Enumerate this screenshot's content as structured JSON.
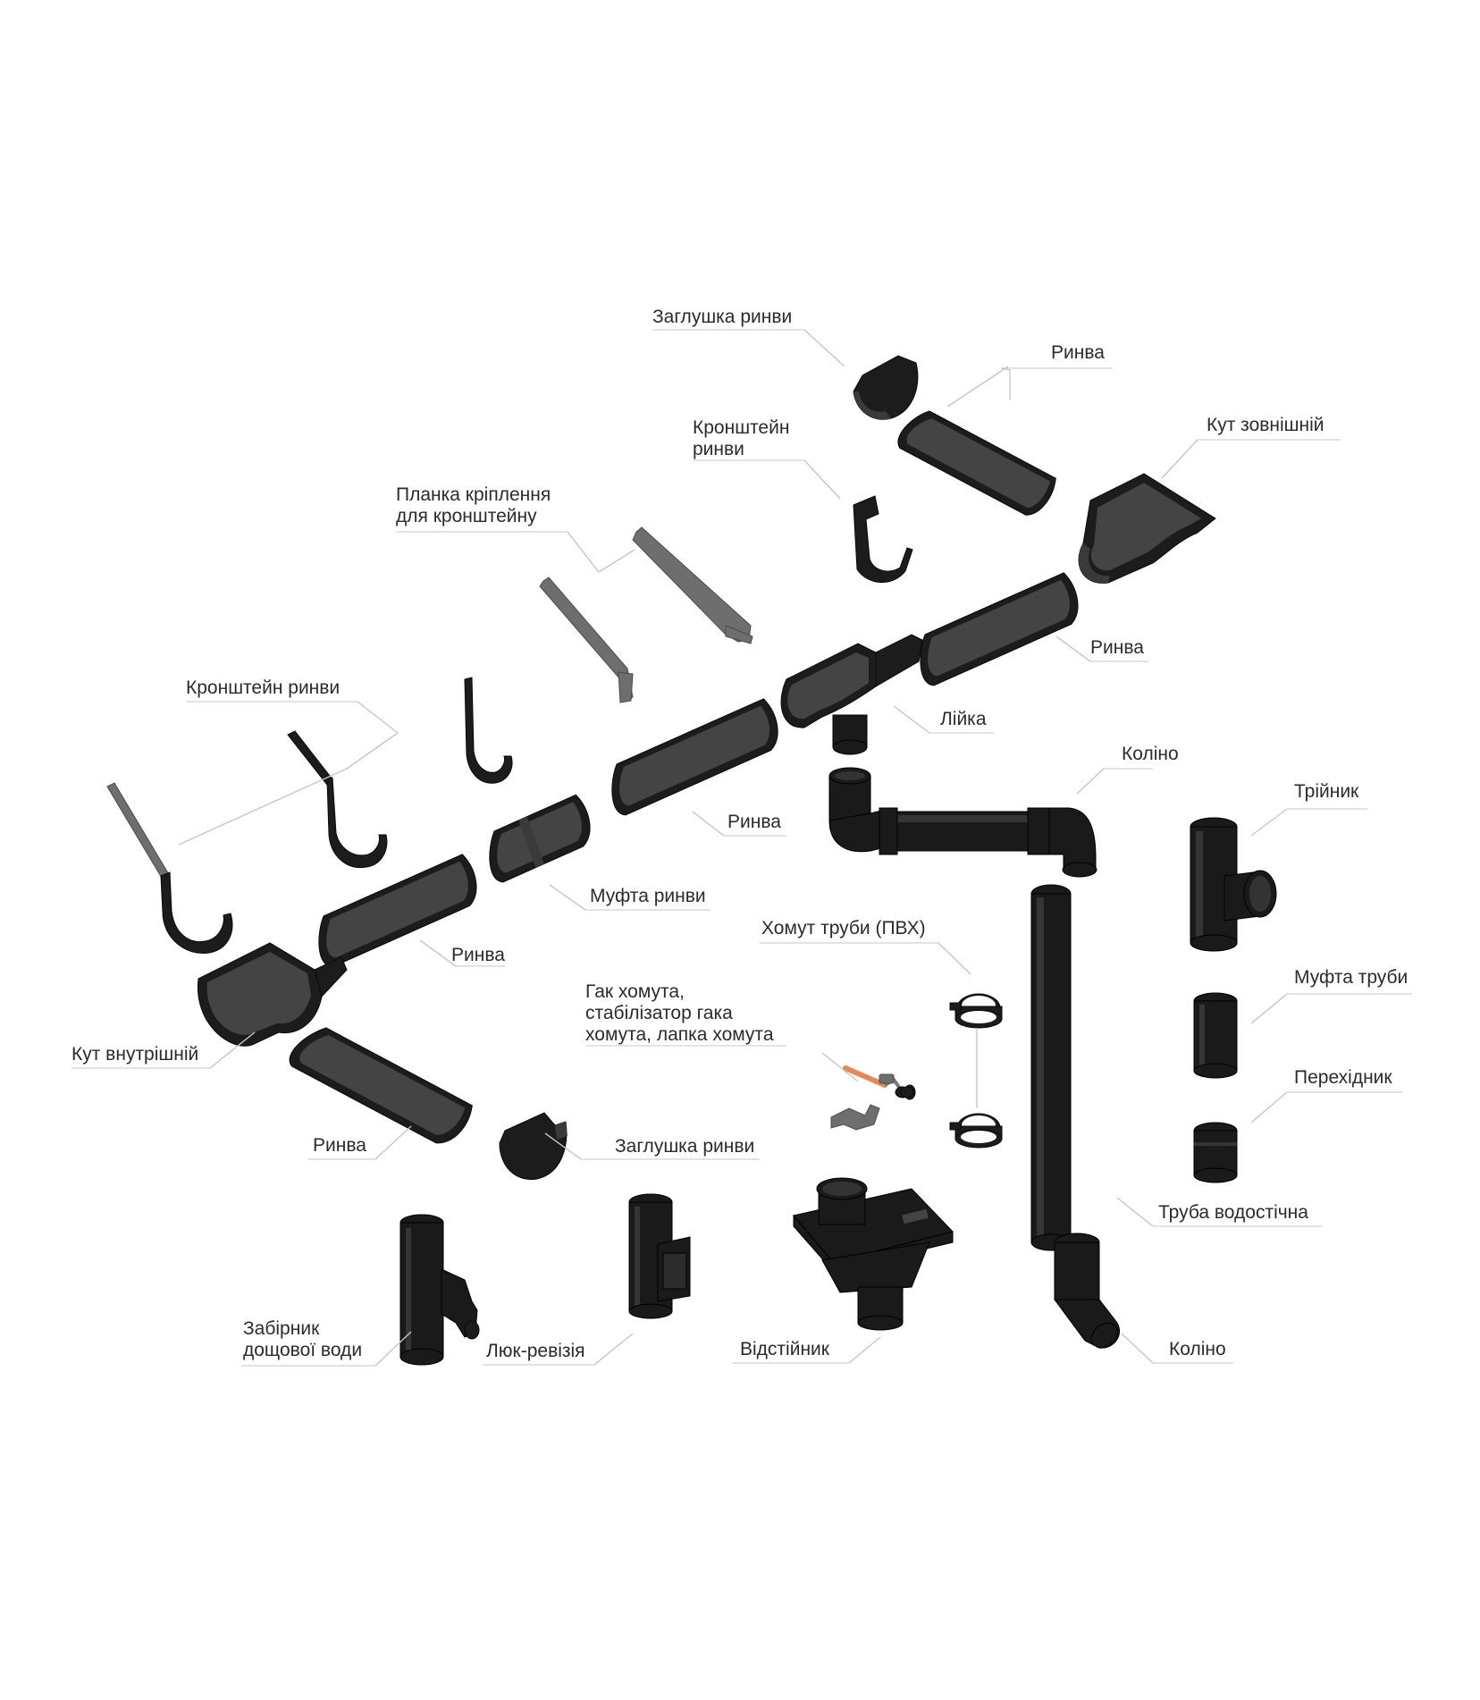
{
  "labels": {
    "end_cap_top": "Заглушка ринви",
    "gutter_top": "Ринва",
    "outer_corner": "Кут зовнішній",
    "bracket_top_line1": "Кронштейн",
    "bracket_top_line2": "ринви",
    "fascia_strap_line1": "Планка кріплення",
    "fascia_strap_line2": "для кронштейну",
    "gutter_mid_right": "Ринва",
    "outlet": "Лійка",
    "bracket_left": "Кронштейн ринви",
    "elbow_top": "Коліно",
    "gutter_center": "Ринва",
    "tee": "Трійник",
    "gutter_joint": "Муфта ринви",
    "pipe_clamp": "Хомут труби (ПВХ)",
    "gutter_left": "Ринва",
    "pipe_coupling": "Муфта труби",
    "clamp_hook_line1": "Гак хомута,",
    "clamp_hook_line2": "стабілізатор гака",
    "clamp_hook_line3": "хомута, лапка хомута",
    "inner_corner": "Кут внутрішній",
    "adapter": "Перехідник",
    "gutter_bottom": "Ринва",
    "end_cap_bottom": "Заглушка ринви",
    "downpipe": "Труба водостічна",
    "rain_collector_line1": "Забірник",
    "rain_collector_line2": "дощової води",
    "inspection_hatch": "Люк-ревізія",
    "sediment_trap": "Відстійник",
    "elbow_bottom": "Коліно"
  },
  "colors": {
    "product": "#1c1c1c",
    "leader_line": "#c6c6c6",
    "text": "#2b2b2b",
    "background": "#ffffff"
  }
}
